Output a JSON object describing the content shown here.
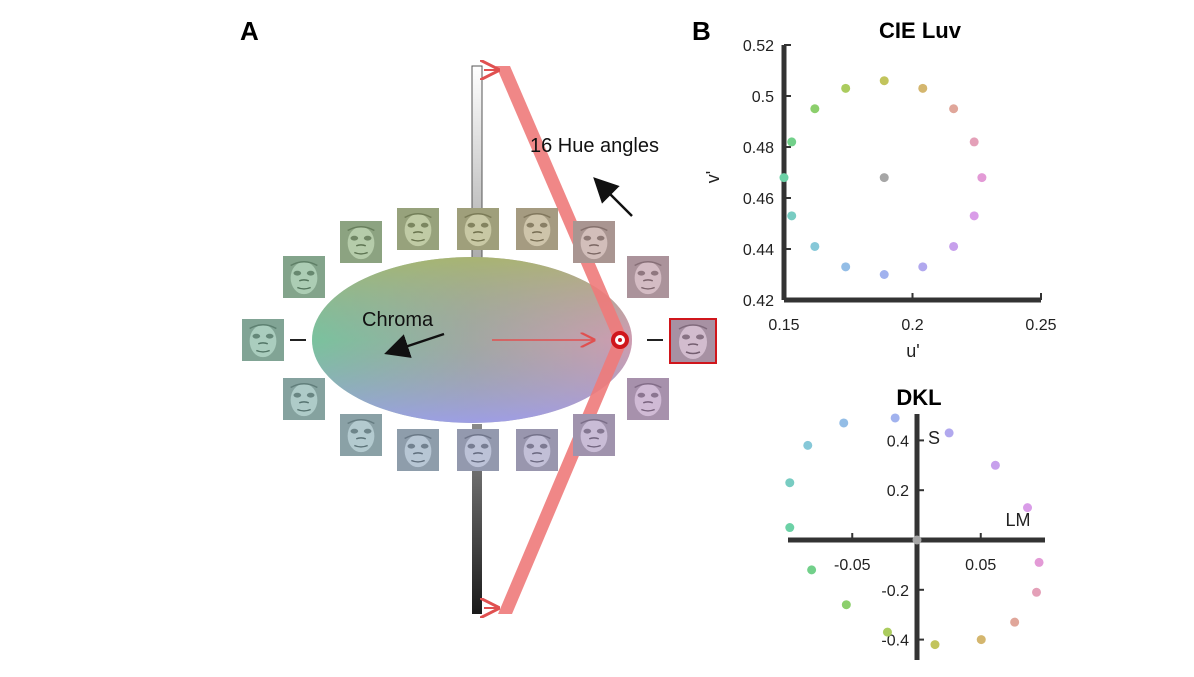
{
  "panel_a": {
    "letter": "A",
    "hue_label": "16 Hue angles",
    "chroma_label": "Chroma",
    "colors": {
      "accent_red": "#e07070",
      "marker_red": "#d0161c",
      "axis": "#333333"
    }
  },
  "panel_b": {
    "letter": "B"
  },
  "chart_data": [
    {
      "type": "scatter",
      "title": "CIE Luv",
      "xlabel": "u'",
      "ylabel": "v'",
      "xlim": [
        0.15,
        0.25
      ],
      "ylim": [
        0.42,
        0.52
      ],
      "xticks": [
        "0.15",
        "0.2",
        "0.25"
      ],
      "yticks": [
        "0.42",
        "0.44",
        "0.46",
        "0.48",
        "0.5",
        "0.52"
      ],
      "points": [
        {
          "x": 0.189,
          "y": 0.468,
          "color": "#a6a6a6"
        },
        {
          "x": 0.15,
          "y": 0.468,
          "color": "#6cd1a6"
        },
        {
          "x": 0.153,
          "y": 0.482,
          "color": "#72d08a"
        },
        {
          "x": 0.162,
          "y": 0.495,
          "color": "#8ccf6c"
        },
        {
          "x": 0.174,
          "y": 0.503,
          "color": "#abcc5e"
        },
        {
          "x": 0.189,
          "y": 0.506,
          "color": "#c2c45c"
        },
        {
          "x": 0.204,
          "y": 0.503,
          "color": "#d4b66e"
        },
        {
          "x": 0.216,
          "y": 0.495,
          "color": "#e0a69a"
        },
        {
          "x": 0.224,
          "y": 0.482,
          "color": "#e4a0b8"
        },
        {
          "x": 0.227,
          "y": 0.468,
          "color": "#e39ad6"
        },
        {
          "x": 0.224,
          "y": 0.453,
          "color": "#d99ce8"
        },
        {
          "x": 0.216,
          "y": 0.441,
          "color": "#c7a0ec"
        },
        {
          "x": 0.204,
          "y": 0.433,
          "color": "#b1a8ee"
        },
        {
          "x": 0.189,
          "y": 0.43,
          "color": "#a1b2ee"
        },
        {
          "x": 0.174,
          "y": 0.433,
          "color": "#93bde6"
        },
        {
          "x": 0.162,
          "y": 0.441,
          "color": "#86c8d8"
        },
        {
          "x": 0.153,
          "y": 0.453,
          "color": "#78ccc2"
        }
      ]
    },
    {
      "type": "scatter",
      "title": "DKL",
      "x_axis_label": "LM",
      "y_axis_label": "S",
      "xlim": [
        -0.1,
        0.1
      ],
      "ylim": [
        -0.45,
        0.5
      ],
      "xticks": [
        "-0.05",
        "0.05"
      ],
      "yticks": [
        "-0.4",
        "-0.2",
        "0.2",
        "0.4"
      ],
      "points": [
        {
          "x": 0.0,
          "y": 0.0,
          "color": "#a6a6a6"
        },
        {
          "x": 0.095,
          "y": -0.09,
          "color": "#e39ad6"
        },
        {
          "x": 0.093,
          "y": -0.21,
          "color": "#e4a0b8"
        },
        {
          "x": 0.076,
          "y": -0.33,
          "color": "#e0a69a"
        },
        {
          "x": 0.05,
          "y": -0.4,
          "color": "#d4b66e"
        },
        {
          "x": 0.014,
          "y": -0.42,
          "color": "#c2c45c"
        },
        {
          "x": -0.023,
          "y": -0.37,
          "color": "#abcc5e"
        },
        {
          "x": -0.055,
          "y": -0.26,
          "color": "#8ccf6c"
        },
        {
          "x": -0.082,
          "y": -0.12,
          "color": "#72d08a"
        },
        {
          "x": -0.099,
          "y": 0.05,
          "color": "#6cd1a6"
        },
        {
          "x": -0.099,
          "y": 0.23,
          "color": "#78ccc2"
        },
        {
          "x": -0.085,
          "y": 0.38,
          "color": "#86c8d8"
        },
        {
          "x": -0.057,
          "y": 0.47,
          "color": "#93bde6"
        },
        {
          "x": -0.017,
          "y": 0.49,
          "color": "#a1b2ee"
        },
        {
          "x": 0.025,
          "y": 0.43,
          "color": "#b1a8ee"
        },
        {
          "x": 0.061,
          "y": 0.3,
          "color": "#c7a0ec"
        },
        {
          "x": 0.086,
          "y": 0.13,
          "color": "#d99ce8"
        }
      ]
    }
  ]
}
